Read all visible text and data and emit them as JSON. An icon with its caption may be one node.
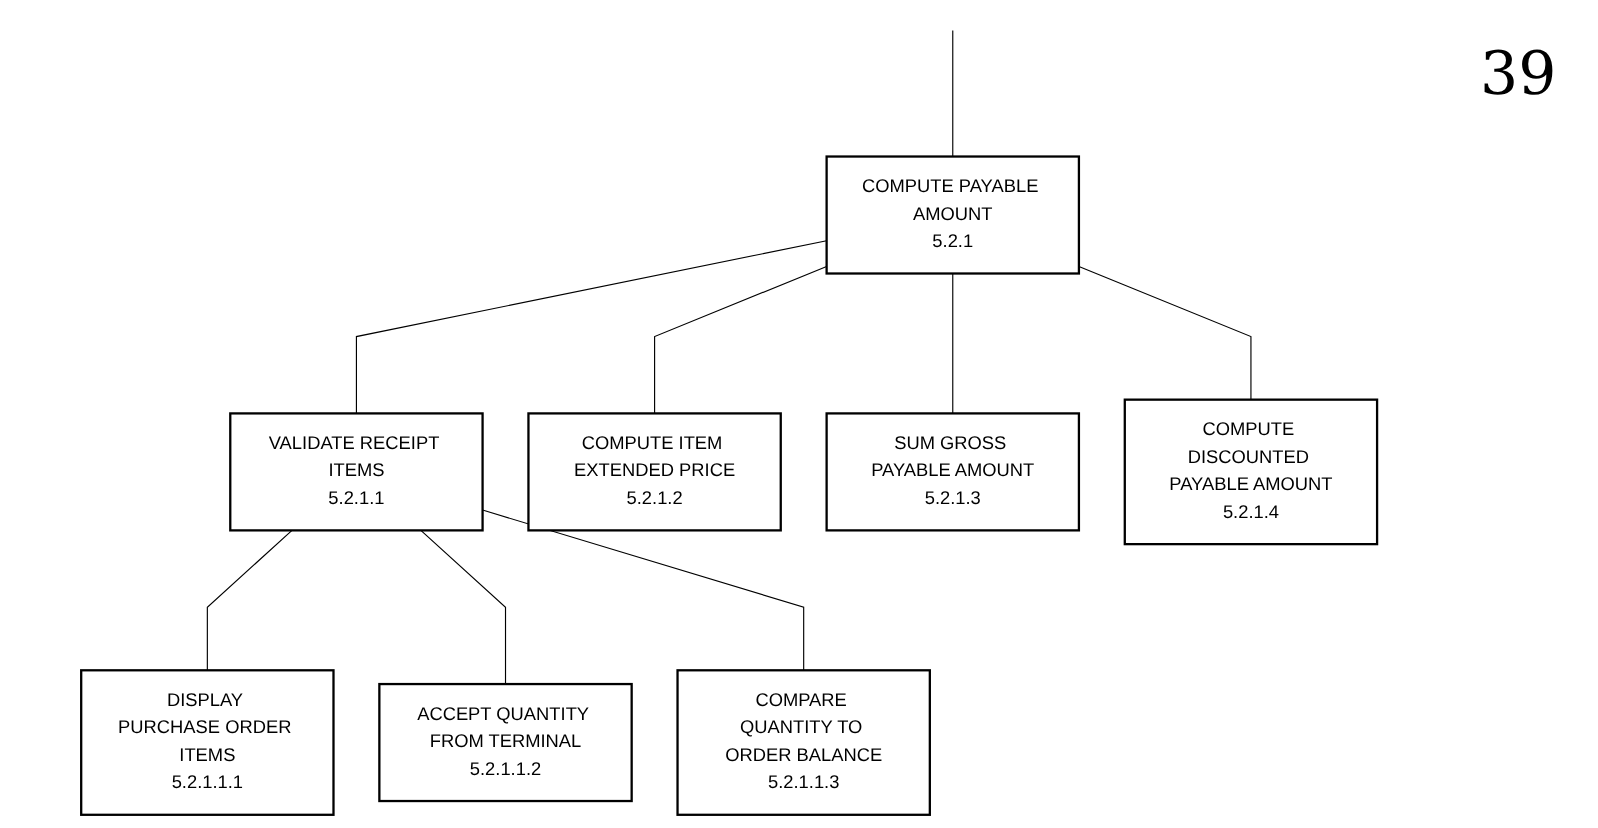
{
  "diagram": {
    "nodes": [
      {
        "text": [
          "COMPUTE PAYABLE AMOUNT",
          "5.2.1"
        ]
      },
      {
        "text": [
          "VALIDATE RECEIPT ITEMS",
          "5.2.1.1"
        ]
      },
      {
        "text": [
          "COMPUTE ITEM EXTENDED PRICE",
          "5.2.1.2"
        ]
      },
      {
        "text": [
          "SUM GROSS PAYABLE AMOUNT",
          "5.2.1.3"
        ]
      },
      {
        "text": [
          "COMPUTE DISCOUNTED PAYABLE AMOUNT",
          "5.2.1.4"
        ]
      },
      {
        "text": [
          "DISPLAY PURCHASE ORDER ITEMS",
          "5.2.1.1.1"
        ]
      },
      {
        "text": [
          "ACCEPT QUANTITY FROM TERMINAL",
          "5.2.1.1.2"
        ]
      },
      {
        "text": [
          "COMPARE QUANTITY TO ORDER BALANCE",
          "5.2.1.1.3"
        ]
      }
    ],
    "edges": [
      {
        "from": null,
        "to": 0,
        "arrow": "none"
      },
      {
        "from": 0,
        "to": 1,
        "arrow": "none"
      },
      {
        "from": 0,
        "to": 2,
        "arrow": "none"
      },
      {
        "from": 0,
        "to": 3,
        "arrow": "none"
      },
      {
        "from": 0,
        "to": 4,
        "arrow": "none"
      },
      {
        "from": 1,
        "to": 5,
        "arrow": "none"
      },
      {
        "from": 1,
        "to": 6,
        "arrow": "none"
      },
      {
        "from": 1,
        "to": 7,
        "arrow": "none"
      }
    ],
    "labels": [
      "39"
    ]
  }
}
